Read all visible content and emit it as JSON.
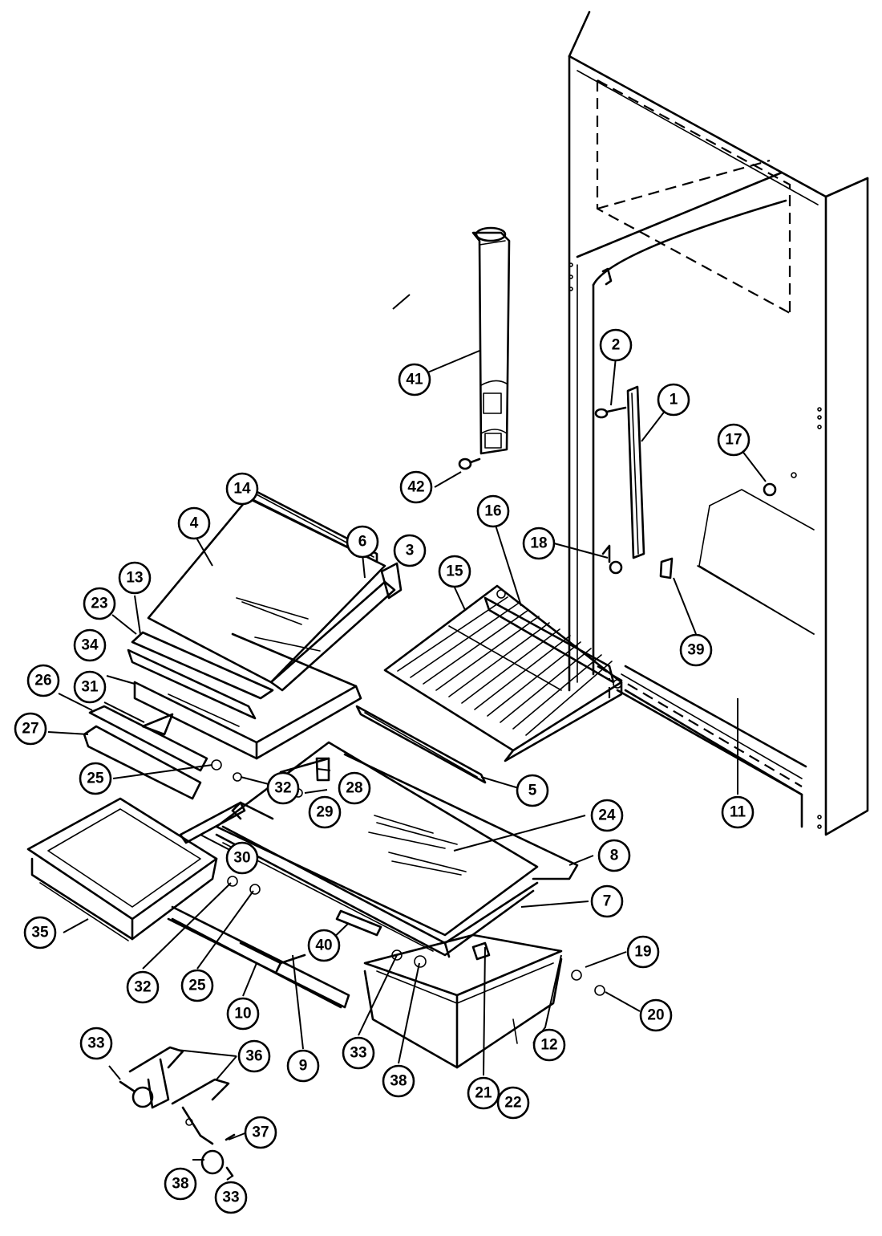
{
  "callouts": [
    {
      "id": "c1",
      "label": "1"
    },
    {
      "id": "c2",
      "label": "2"
    },
    {
      "id": "c3",
      "label": "3"
    },
    {
      "id": "c4",
      "label": "4"
    },
    {
      "id": "c5",
      "label": "5"
    },
    {
      "id": "c6",
      "label": "6"
    },
    {
      "id": "c7",
      "label": "7"
    },
    {
      "id": "c8",
      "label": "8"
    },
    {
      "id": "c9",
      "label": "9"
    },
    {
      "id": "c10",
      "label": "10"
    },
    {
      "id": "c11",
      "label": "11"
    },
    {
      "id": "c12",
      "label": "12"
    },
    {
      "id": "c13",
      "label": "13"
    },
    {
      "id": "c14",
      "label": "14"
    },
    {
      "id": "c15",
      "label": "15"
    },
    {
      "id": "c16",
      "label": "16"
    },
    {
      "id": "c17",
      "label": "17"
    },
    {
      "id": "c18",
      "label": "18"
    },
    {
      "id": "c19",
      "label": "19"
    },
    {
      "id": "c20",
      "label": "20"
    },
    {
      "id": "c21",
      "label": "21"
    },
    {
      "id": "c22",
      "label": "22"
    },
    {
      "id": "c23",
      "label": "23"
    },
    {
      "id": "c24",
      "label": "24"
    },
    {
      "id": "c25a",
      "label": "25"
    },
    {
      "id": "c25b",
      "label": "25"
    },
    {
      "id": "c26",
      "label": "26"
    },
    {
      "id": "c27",
      "label": "27"
    },
    {
      "id": "c28",
      "label": "28"
    },
    {
      "id": "c29",
      "label": "29"
    },
    {
      "id": "c30",
      "label": "30"
    },
    {
      "id": "c31",
      "label": "31"
    },
    {
      "id": "c32a",
      "label": "32"
    },
    {
      "id": "c32b",
      "label": "32"
    },
    {
      "id": "c33a",
      "label": "33"
    },
    {
      "id": "c33b",
      "label": "33"
    },
    {
      "id": "c33c",
      "label": "33"
    },
    {
      "id": "c34",
      "label": "34"
    },
    {
      "id": "c35",
      "label": "35"
    },
    {
      "id": "c36",
      "label": "36"
    },
    {
      "id": "c37",
      "label": "37"
    },
    {
      "id": "c38a",
      "label": "38"
    },
    {
      "id": "c38b",
      "label": "38"
    },
    {
      "id": "c39",
      "label": "39"
    },
    {
      "id": "c40",
      "label": "40"
    },
    {
      "id": "c41",
      "label": "41"
    },
    {
      "id": "c42",
      "label": "42"
    }
  ]
}
